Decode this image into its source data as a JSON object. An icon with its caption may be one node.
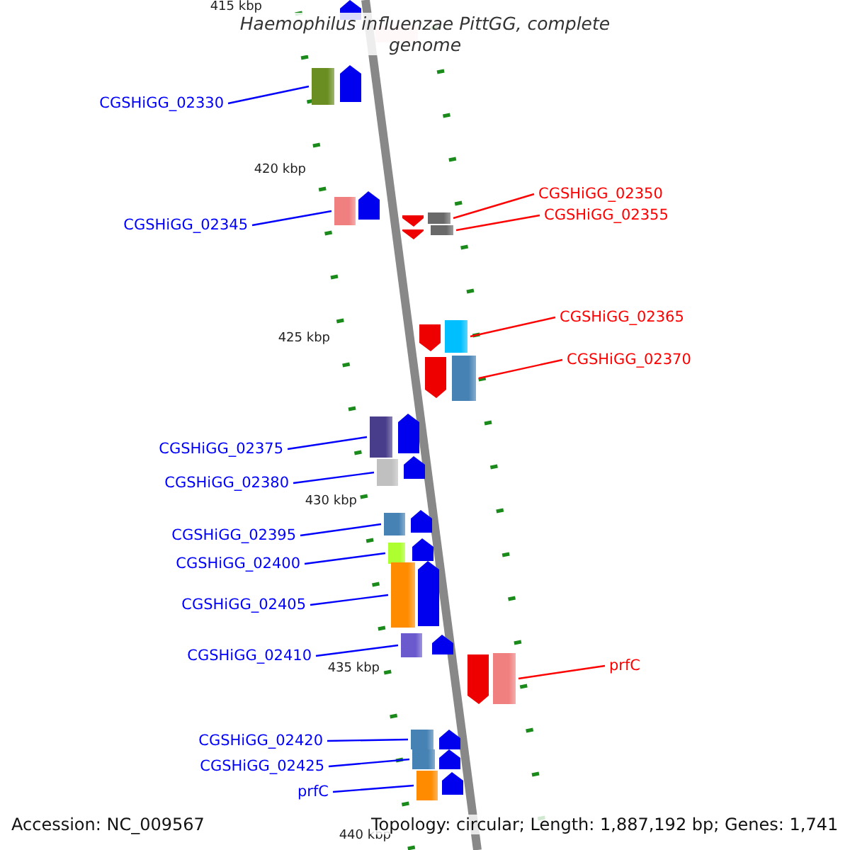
{
  "diagram": {
    "title": "Haemophilus influenzae PittGG, complete genome",
    "nodes": [
      {
        "text": [
          "CGSHiGG_02330"
        ]
      },
      {
        "text": [],
        "shape": "bar"
      },
      {
        "text": [
          "CGSHiGG_02345"
        ]
      },
      {
        "text": [],
        "shape": "bar"
      },
      {
        "text": [
          "CGSHiGG_02350"
        ]
      },
      {
        "text": [],
        "shape": "bar"
      },
      {
        "text": [
          "CGSHiGG_02355"
        ]
      },
      {
        "text": [],
        "shape": "bar"
      },
      {
        "text": [
          "CGSHiGG_02365"
        ]
      },
      {
        "text": [],
        "shape": "bar"
      },
      {
        "text": [
          "CGSHiGG_02370"
        ]
      },
      {
        "text": [],
        "shape": "bar"
      },
      {
        "text": [
          "CGSHiGG_02375"
        ]
      },
      {
        "text": [],
        "shape": "bar"
      },
      {
        "text": [
          "CGSHiGG_02380"
        ]
      },
      {
        "text": [],
        "shape": "bar"
      },
      {
        "text": [
          "CGSHiGG_02395"
        ]
      },
      {
        "text": [],
        "shape": "bar"
      },
      {
        "text": [
          "CGSHiGG_02400"
        ]
      },
      {
        "text": [],
        "shape": "bar"
      },
      {
        "text": [
          "CGSHiGG_02405"
        ]
      },
      {
        "text": [],
        "shape": "bar"
      },
      {
        "text": [
          "CGSHiGG_02410"
        ]
      },
      {
        "text": [],
        "shape": "bar"
      },
      {
        "text": [
          "prfC"
        ]
      },
      {
        "text": [],
        "shape": "bar"
      },
      {
        "text": [
          "CGSHiGG_02420"
        ]
      },
      {
        "text": [],
        "shape": "bar"
      },
      {
        "text": [
          "CGSHiGG_02425"
        ]
      },
      {
        "text": [],
        "shape": "bar"
      },
      {
        "text": [
          "prfC"
        ]
      },
      {
        "text": [],
        "shape": "bar"
      }
    ],
    "edges": [
      {
        "from": 0,
        "to": 1,
        "arrow": "none"
      },
      {
        "from": 2,
        "to": 3,
        "arrow": "none"
      },
      {
        "from": 4,
        "to": 5,
        "arrow": "none",
        "color": "#ff0000"
      },
      {
        "from": 6,
        "to": 7,
        "arrow": "none",
        "color": "#ff0000"
      },
      {
        "from": 8,
        "to": 9,
        "arrow": "none",
        "color": "#ff0000"
      },
      {
        "from": 10,
        "to": 11,
        "arrow": "none",
        "color": "#ff0000"
      },
      {
        "from": 12,
        "to": 13,
        "arrow": "none"
      },
      {
        "from": 14,
        "to": 15,
        "arrow": "none"
      },
      {
        "from": 16,
        "to": 17,
        "arrow": "none"
      },
      {
        "from": 18,
        "to": 19,
        "arrow": "none"
      },
      {
        "from": 20,
        "to": 21,
        "arrow": "none"
      },
      {
        "from": 22,
        "to": 23,
        "arrow": "none"
      },
      {
        "from": 24,
        "to": 25,
        "arrow": "none",
        "color": "#ff0000"
      },
      {
        "from": 26,
        "to": 27,
        "arrow": "none"
      },
      {
        "from": 28,
        "to": 29,
        "arrow": "none"
      },
      {
        "from": 30,
        "to": 31,
        "arrow": "none"
      }
    ],
    "labels": [
      "415 kbp",
      "420 kbp",
      "425 kbp",
      "430 kbp",
      "435 kbp",
      "440 kbp",
      "Accession: NC_009567",
      "Topology: circular; Length: 1,887,192 bp; Genes: 1,741"
    ]
  }
}
